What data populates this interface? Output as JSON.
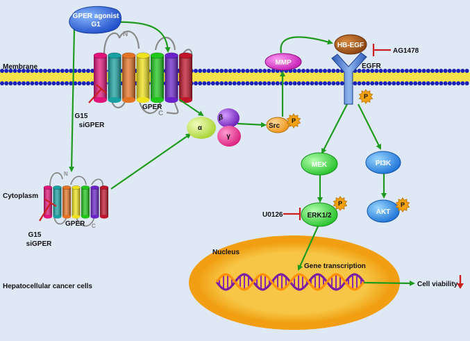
{
  "labels": {
    "membrane": "Membrane",
    "cytoplasm": "Cytoplasm",
    "cell_type": "Hepatocellular cancer cells",
    "nucleus": "Nucleus",
    "gene_transcription": "Gene transcription",
    "cell_viability": "Cell viability"
  },
  "agonist": {
    "line1": "GPER agonist",
    "line2": "G1"
  },
  "gper_membrane": {
    "name": "GPER",
    "n_term": "N",
    "c_term": "C",
    "inhibitor1": "G15",
    "inhibitor2": "siGPER"
  },
  "gper_cytoplasm": {
    "name": "GPER",
    "n_term": "N",
    "c_term": "C",
    "inhibitor1": "G15",
    "inhibitor2": "siGPER"
  },
  "g_protein": {
    "alpha": "α",
    "beta": "β",
    "gamma": "γ"
  },
  "src": {
    "name": "Src",
    "phospho": "P"
  },
  "mmp": {
    "name": "MMP"
  },
  "hb_egf": {
    "name": "HB-EGF"
  },
  "egfr": {
    "name": "EGFR",
    "phospho": "P",
    "inhibitor": "AG1478"
  },
  "mek": {
    "name": "MEK"
  },
  "pi3k": {
    "name": "PI3K"
  },
  "erk": {
    "name": "ERK1/2",
    "phospho": "P",
    "inhibitor": "U0126"
  },
  "akt": {
    "name": "AKT",
    "phospho": "P"
  },
  "colors": {
    "background": "#dfe9f6",
    "arrow": "#1e9a1e",
    "inhibitor": "#cc1f1f",
    "nucleus_outer": "#f5a00f",
    "nucleus_inner": "#f7c646",
    "membrane_head": "#1b22b8",
    "membrane_tail": "#f4e24a"
  }
}
